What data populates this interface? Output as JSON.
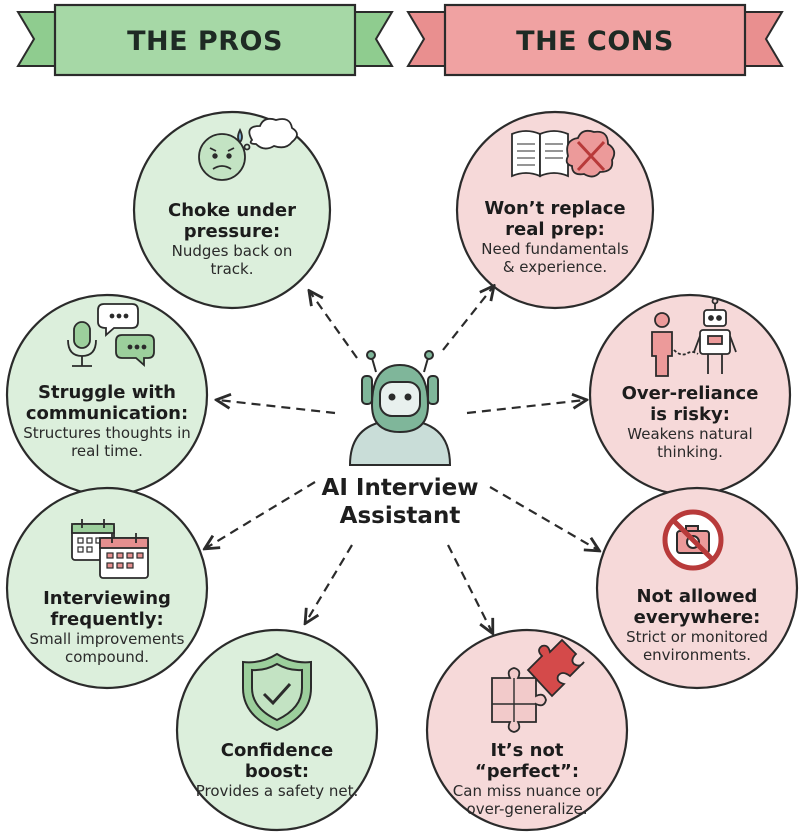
{
  "pros": {
    "title": "THE PROS",
    "items": [
      {
        "heading": "Choke under pressure:",
        "text": "Nudges back on track.",
        "icon": "worried-face-icon"
      },
      {
        "heading": "Struggle with communication:",
        "text": "Structures thoughts in real time.",
        "icon": "microphone-speech-icon"
      },
      {
        "heading": "Interviewing frequently:",
        "text": "Small improvements compound.",
        "icon": "calendar-icon"
      },
      {
        "heading": "Confidence boost:",
        "text": "Provides a safety net.",
        "icon": "shield-check-icon"
      }
    ]
  },
  "cons": {
    "title": "THE CONS",
    "items": [
      {
        "heading": "Won’t replace real prep:",
        "text": "Need fundamentals & experience.",
        "icon": "book-brain-icon"
      },
      {
        "heading": "Over-reliance is risky:",
        "text": "Weakens natural thinking.",
        "icon": "person-chained-robot-icon"
      },
      {
        "heading": "Not allowed everywhere:",
        "text": "Strict or monitored environments.",
        "icon": "no-camera-icon"
      },
      {
        "heading": "It’s not “perfect”:",
        "text": "Can miss nuance or over-generalize.",
        "icon": "puzzle-icon"
      }
    ]
  },
  "center": {
    "line1": "AI Interview",
    "line2": "Assistant",
    "icon": "robot-head-icon"
  },
  "colors": {
    "pro_fill": "#dcefdc",
    "pro_banner": "#a6d8a6",
    "pro_accent": "#5c9a6a",
    "con_fill": "#f6d9d9",
    "con_banner": "#f0a2a2",
    "con_accent": "#d05a5a",
    "stroke": "#2b2b2b"
  }
}
